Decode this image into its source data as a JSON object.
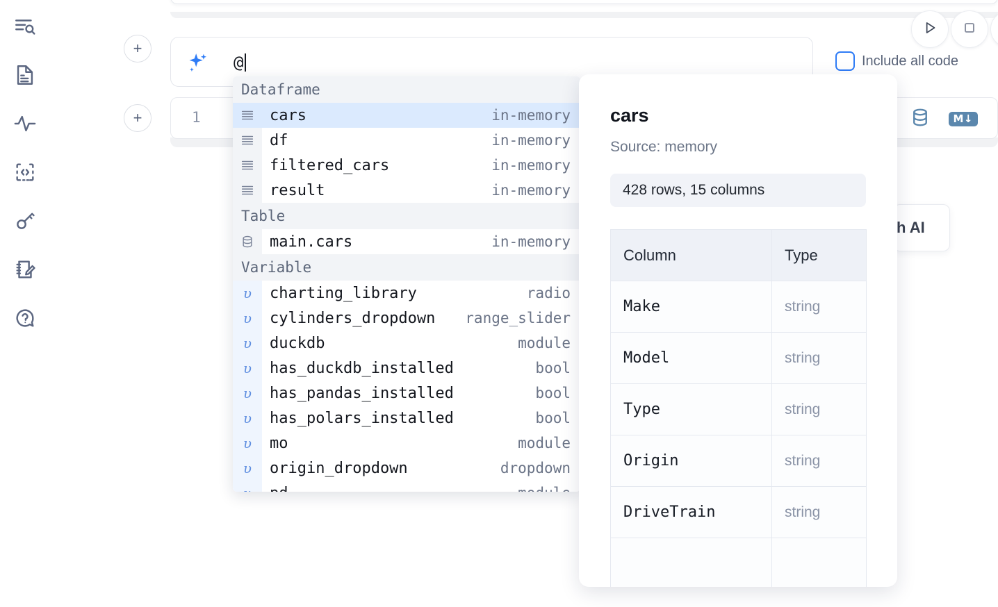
{
  "rail": {
    "items": [
      {
        "name": "explore-search-icon",
        "label": "Explore"
      },
      {
        "name": "document-icon",
        "label": "Documentation"
      },
      {
        "name": "activity-icon",
        "label": "Activity"
      },
      {
        "name": "snippets-code-icon",
        "label": "Snippets"
      },
      {
        "name": "secrets-key-icon",
        "label": "Secrets"
      },
      {
        "name": "scratchpad-edit-icon",
        "label": "Scratchpad"
      },
      {
        "name": "help-question-icon",
        "label": "Help"
      }
    ]
  },
  "prompt": {
    "spark_icon": "sparkle-ai-icon",
    "value": "@",
    "add_button_label": "+",
    "run_button_label": "run",
    "stop_button_label": "stop",
    "include_all_code_label": "Include all code",
    "include_all_code_checked": false
  },
  "code_cell": {
    "line_number": "1",
    "db_icon": "database-icon",
    "md_badge": "M↓"
  },
  "ai_card": {
    "text": "h AI"
  },
  "autocomplete": {
    "sections": [
      {
        "label": "Dataframe",
        "icon": "dataframe-icon",
        "items": [
          {
            "name": "cars",
            "meta": "in-memory",
            "selected": true
          },
          {
            "name": "df",
            "meta": "in-memory",
            "selected": false
          },
          {
            "name": "filtered_cars",
            "meta": "in-memory",
            "selected": false
          },
          {
            "name": "result",
            "meta": "in-memory",
            "selected": false
          }
        ]
      },
      {
        "label": "Table",
        "icon": "database-icon",
        "items": [
          {
            "name": "main.cars",
            "meta": "in-memory",
            "selected": false
          }
        ]
      },
      {
        "label": "Variable",
        "icon": "variable-icon",
        "items": [
          {
            "name": "charting_library",
            "meta": "radio",
            "selected": false
          },
          {
            "name": "cylinders_dropdown",
            "meta": "range_slider",
            "selected": false
          },
          {
            "name": "duckdb",
            "meta": "module",
            "selected": false
          },
          {
            "name": "has_duckdb_installed",
            "meta": "bool",
            "selected": false
          },
          {
            "name": "has_pandas_installed",
            "meta": "bool",
            "selected": false
          },
          {
            "name": "has_polars_installed",
            "meta": "bool",
            "selected": false
          },
          {
            "name": "mo",
            "meta": "module",
            "selected": false
          },
          {
            "name": "origin_dropdown",
            "meta": "dropdown",
            "selected": false
          },
          {
            "name": "pd",
            "meta": "module",
            "selected": false
          }
        ]
      }
    ]
  },
  "preview": {
    "title": "cars",
    "source": "Source: memory",
    "shape": "428 rows, 15 columns",
    "columns_header": "Column",
    "type_header": "Type",
    "rows": [
      {
        "column": "Make",
        "type": "string"
      },
      {
        "column": "Model",
        "type": "string"
      },
      {
        "column": "Type",
        "type": "string"
      },
      {
        "column": "Origin",
        "type": "string"
      },
      {
        "column": "DriveTrain",
        "type": "string"
      },
      {
        "column": "",
        "type": ""
      }
    ]
  },
  "colors": {
    "accent_blue": "#2f7cf6",
    "selected_row": "#dbeafe",
    "section_bg": "#f2f4f7",
    "steel_blue": "#5b87ad"
  }
}
